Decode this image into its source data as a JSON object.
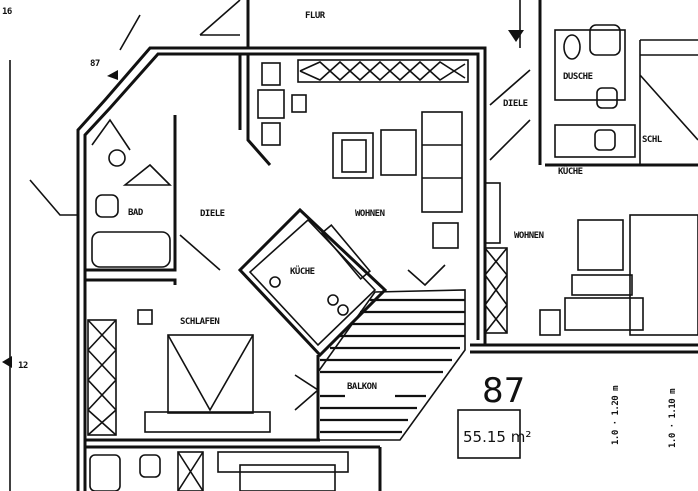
{
  "plan": {
    "unit_number": "87",
    "area": "55.15 m²",
    "stair_marker_top": "87",
    "stair_marker_left": "12",
    "corner_label": "16",
    "rooms": {
      "flur": "FLUR",
      "bad": "BAD",
      "diele": "DIELE",
      "wohnen": "WOHNEN",
      "kueche": "KÜCHE",
      "schlafen": "SCHLAFEN",
      "balkon": "BALKON"
    },
    "neighbor_rooms": {
      "dusche": "DUSCHE",
      "diele": "DIELE",
      "schl": "SCHL",
      "kueche": "KÜCHE",
      "wohnen": "WOHNEN"
    },
    "window_dims": [
      "1.0 · 1.20 m",
      "1.0 · 1.10 m"
    ]
  }
}
